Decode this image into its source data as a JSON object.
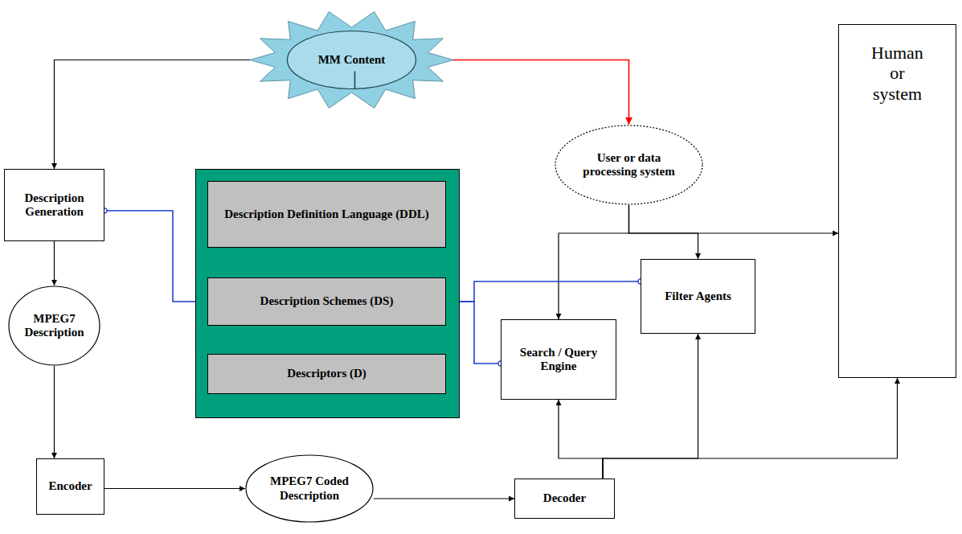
{
  "diagram": {
    "nodes": [
      {
        "text": [
          "MM Content"
        ]
      },
      {
        "text": [
          "Description Generation"
        ]
      },
      {
        "text": [
          "Description Definition Language (DDL)"
        ]
      },
      {
        "text": [
          "Description Schemes (DS)"
        ]
      },
      {
        "text": [
          "Descriptors (D)"
        ]
      },
      {
        "text": [
          "User or data processing system"
        ]
      },
      {
        "text": [
          "Filter Agents"
        ]
      },
      {
        "text": [
          "Search / Query Engine"
        ]
      },
      {
        "text": [
          "Human or system"
        ]
      },
      {
        "text": [
          "MPEG7 Description"
        ]
      },
      {
        "text": [
          "Encoder"
        ]
      },
      {
        "text": [
          "MPEG7 Coded Description"
        ]
      },
      {
        "text": [
          "Decoder"
        ]
      }
    ],
    "edges": [
      {
        "from": 0,
        "to": 1,
        "arrow": "to"
      },
      {
        "from": 0,
        "to": 5,
        "arrow": "to"
      },
      {
        "from": 1,
        "to": 9,
        "arrow": "to"
      },
      {
        "from": 9,
        "to": 10,
        "arrow": "to"
      },
      {
        "from": 10,
        "to": 11,
        "arrow": "to"
      },
      {
        "from": 11,
        "to": 12,
        "arrow": "to"
      },
      {
        "from": 12,
        "to": 7,
        "arrow": "to"
      },
      {
        "from": 12,
        "to": 8,
        "arrow": "to"
      },
      {
        "from": 5,
        "to": 7,
        "arrow": "to"
      },
      {
        "from": 5,
        "to": 8,
        "arrow": "to"
      },
      {
        "from": 5,
        "to": 6,
        "arrow": "to"
      },
      {
        "from": 12,
        "to": 6,
        "arrow": "to"
      },
      {
        "from": 1,
        "to": 3,
        "arrow": "none"
      },
      {
        "from": 3,
        "to": 6,
        "arrow": "none"
      },
      {
        "from": 3,
        "to": 7,
        "arrow": "none"
      },
      {
        "from": 2,
        "to": 3,
        "arrow": "none"
      },
      {
        "from": 3,
        "to": 4,
        "arrow": "none"
      }
    ]
  }
}
